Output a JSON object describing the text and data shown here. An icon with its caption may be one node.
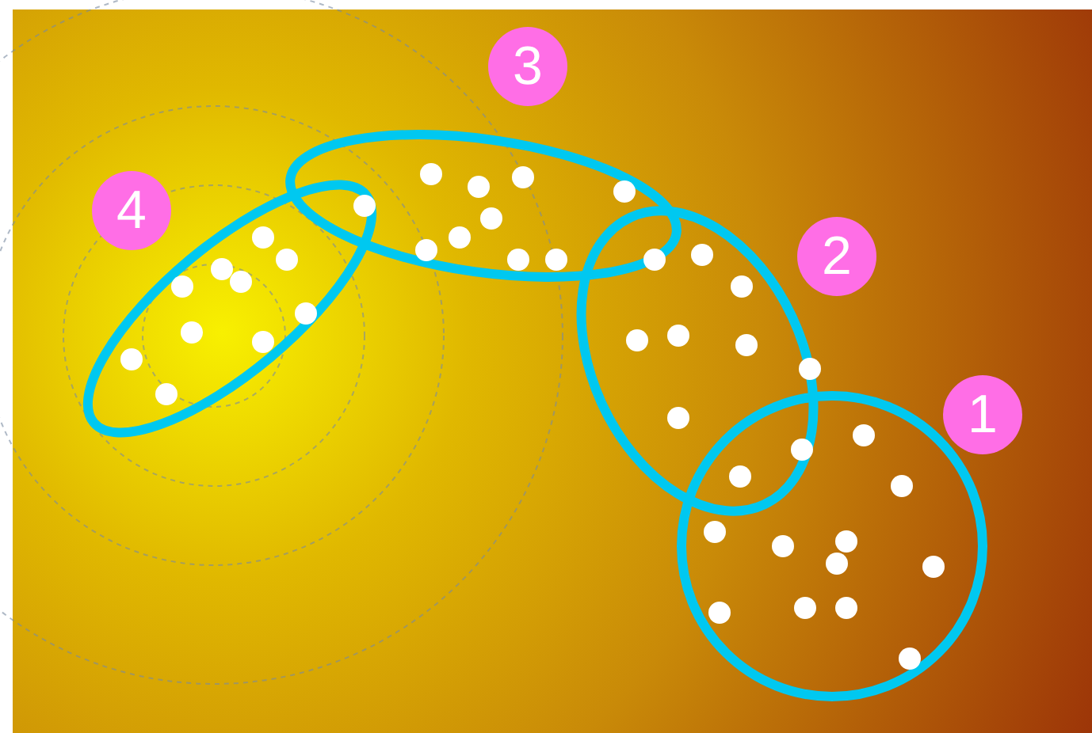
{
  "diagram": {
    "nodes": [
      {
        "text": [
          "3"
        ]
      },
      {
        "text": [
          "4"
        ]
      },
      {
        "text": [
          "2"
        ]
      },
      {
        "text": [
          "1"
        ]
      }
    ]
  }
}
